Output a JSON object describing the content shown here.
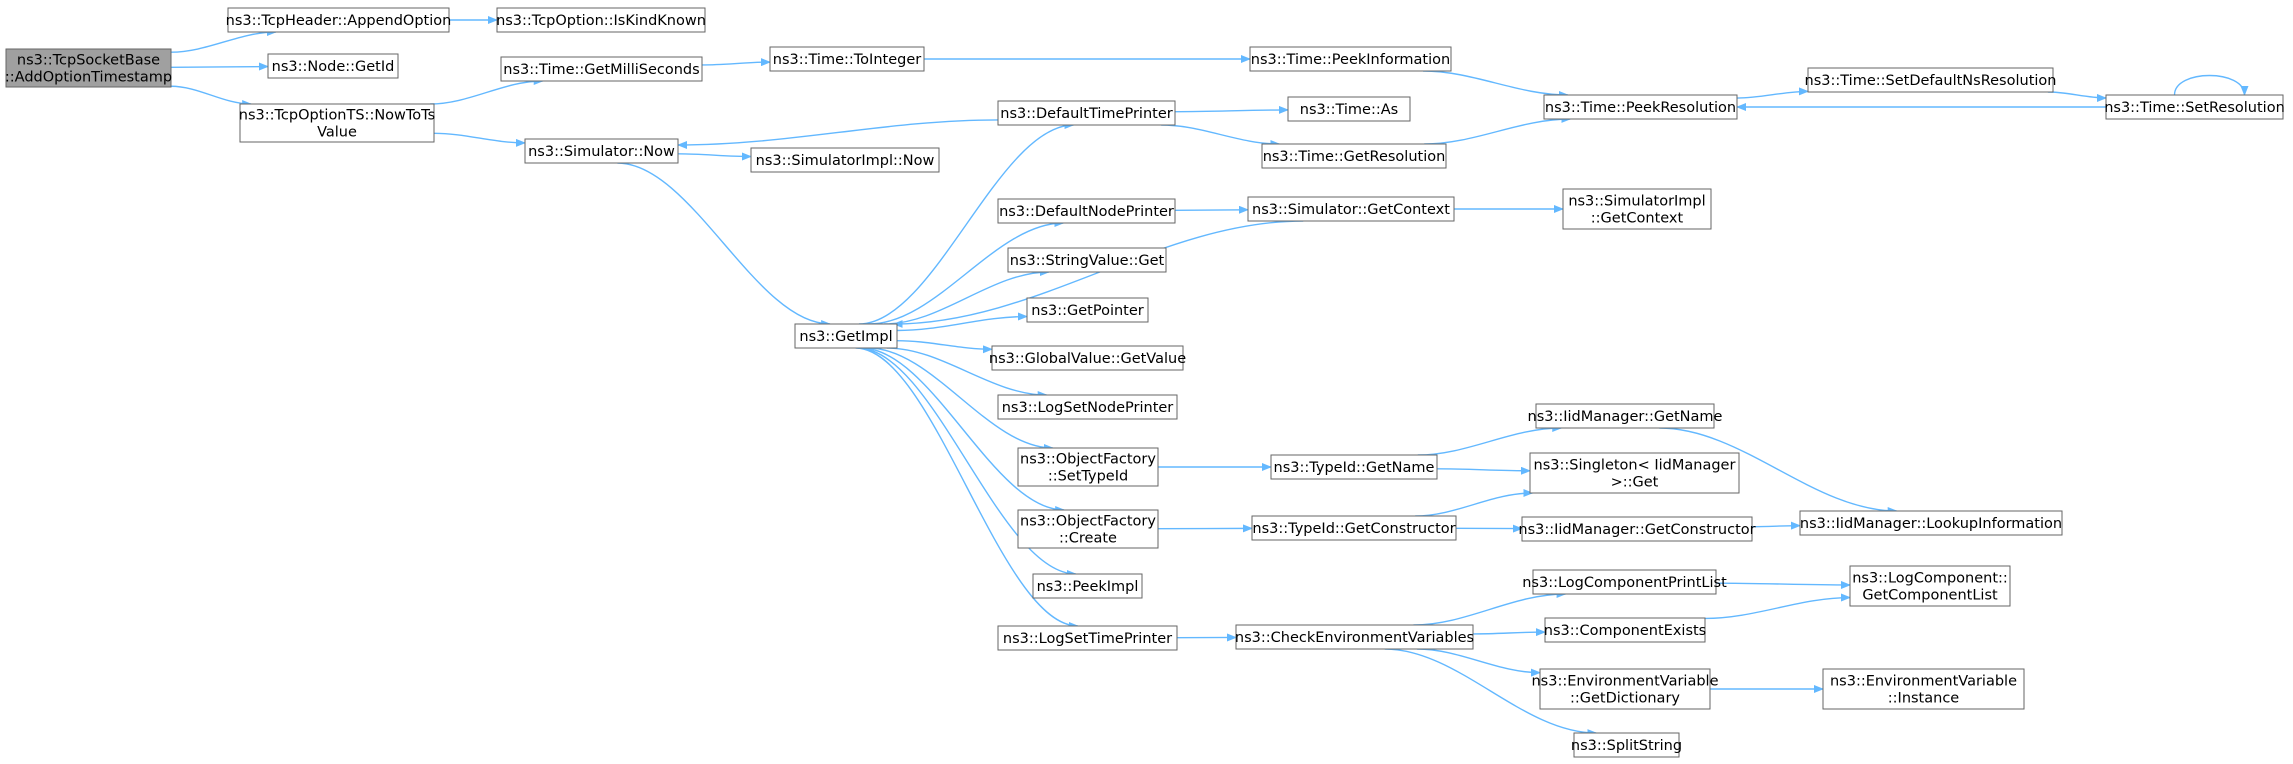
{
  "colors": {
    "edge": "#63b8ff",
    "node_border": "#666666",
    "root_fill": "#a0a0a0",
    "node_fill": "#ffffff"
  },
  "nodes": [
    {
      "id": "root",
      "lines": [
        "ns3::TcpSocketBase",
        "::AddOptionTimestamp"
      ],
      "root": true
    },
    {
      "id": "appendOption",
      "lines": [
        "ns3::TcpHeader::AppendOption"
      ]
    },
    {
      "id": "isKindKnown",
      "lines": [
        "ns3::TcpOption::IsKindKnown"
      ]
    },
    {
      "id": "nodeGetId",
      "lines": [
        "ns3::Node::GetId"
      ]
    },
    {
      "id": "nowToTs",
      "lines": [
        "ns3::TcpOptionTS::NowToTs",
        "Value"
      ]
    },
    {
      "id": "getMilli",
      "lines": [
        "ns3::Time::GetMilliSeconds"
      ]
    },
    {
      "id": "toInteger",
      "lines": [
        "ns3::Time::ToInteger"
      ]
    },
    {
      "id": "peekInfo",
      "lines": [
        "ns3::Time::PeekInformation"
      ]
    },
    {
      "id": "peekRes",
      "lines": [
        "ns3::Time::PeekResolution"
      ]
    },
    {
      "id": "setDefNs",
      "lines": [
        "ns3::Time::SetDefaultNsResolution"
      ]
    },
    {
      "id": "setRes",
      "lines": [
        "ns3::Time::SetResolution"
      ]
    },
    {
      "id": "simNow",
      "lines": [
        "ns3::Simulator::Now"
      ]
    },
    {
      "id": "simImplNow",
      "lines": [
        "ns3::SimulatorImpl::Now"
      ]
    },
    {
      "id": "defTimePrinter",
      "lines": [
        "ns3::DefaultTimePrinter"
      ]
    },
    {
      "id": "timeAs",
      "lines": [
        "ns3::Time::As"
      ]
    },
    {
      "id": "getResolution",
      "lines": [
        "ns3::Time::GetResolution"
      ]
    },
    {
      "id": "defNodePrinter",
      "lines": [
        "ns3::DefaultNodePrinter"
      ]
    },
    {
      "id": "simGetContext",
      "lines": [
        "ns3::Simulator::GetContext"
      ]
    },
    {
      "id": "simImplGetContext",
      "lines": [
        "ns3::SimulatorImpl",
        "::GetContext"
      ]
    },
    {
      "id": "stringGet",
      "lines": [
        "ns3::StringValue::Get"
      ]
    },
    {
      "id": "getImpl",
      "lines": [
        "ns3::GetImpl"
      ]
    },
    {
      "id": "getPointer",
      "lines": [
        "ns3::GetPointer"
      ]
    },
    {
      "id": "globalGetValue",
      "lines": [
        "ns3::GlobalValue::GetValue"
      ]
    },
    {
      "id": "logSetNodePrinter",
      "lines": [
        "ns3::LogSetNodePrinter"
      ]
    },
    {
      "id": "iidGetName",
      "lines": [
        "ns3::IidManager::GetName"
      ]
    },
    {
      "id": "ofSetTypeId",
      "lines": [
        "ns3::ObjectFactory",
        "::SetTypeId"
      ]
    },
    {
      "id": "typeIdGetName",
      "lines": [
        "ns3::TypeId::GetName"
      ]
    },
    {
      "id": "singletonGet",
      "lines": [
        "ns3::Singleton< IidManager",
        " >::Get"
      ]
    },
    {
      "id": "ofCreate",
      "lines": [
        "ns3::ObjectFactory",
        "::Create"
      ]
    },
    {
      "id": "typeIdGetCtor",
      "lines": [
        "ns3::TypeId::GetConstructor"
      ]
    },
    {
      "id": "iidGetCtor",
      "lines": [
        "ns3::IidManager::GetConstructor"
      ]
    },
    {
      "id": "iidLookup",
      "lines": [
        "ns3::IidManager::LookupInformation"
      ]
    },
    {
      "id": "peekImpl",
      "lines": [
        "ns3::PeekImpl"
      ]
    },
    {
      "id": "logCompPrintList",
      "lines": [
        "ns3::LogComponentPrintList"
      ]
    },
    {
      "id": "logCompGetList",
      "lines": [
        "ns3::LogComponent::",
        "GetComponentList"
      ]
    },
    {
      "id": "logSetTimePrinter",
      "lines": [
        "ns3::LogSetTimePrinter"
      ]
    },
    {
      "id": "checkEnv",
      "lines": [
        "ns3::CheckEnvironmentVariables"
      ]
    },
    {
      "id": "compExists",
      "lines": [
        "ns3::ComponentExists"
      ]
    },
    {
      "id": "envGetDict",
      "lines": [
        "ns3::EnvironmentVariable",
        "::GetDictionary"
      ]
    },
    {
      "id": "envInstance",
      "lines": [
        "ns3::EnvironmentVariable",
        "::Instance"
      ]
    },
    {
      "id": "splitString",
      "lines": [
        "ns3::SplitString"
      ]
    }
  ],
  "edges": [
    [
      "root",
      "appendOption"
    ],
    [
      "root",
      "nodeGetId"
    ],
    [
      "root",
      "nowToTs"
    ],
    [
      "appendOption",
      "isKindKnown"
    ],
    [
      "nowToTs",
      "getMilli"
    ],
    [
      "nowToTs",
      "simNow"
    ],
    [
      "getMilli",
      "toInteger"
    ],
    [
      "toInteger",
      "peekInfo"
    ],
    [
      "peekInfo",
      "peekRes"
    ],
    [
      "peekRes",
      "setDefNs"
    ],
    [
      "setDefNs",
      "setRes"
    ],
    [
      "setRes",
      "peekRes"
    ],
    [
      "setRes",
      "setRes"
    ],
    [
      "simNow",
      "simImplNow"
    ],
    [
      "simNow",
      "getImpl"
    ],
    [
      "defTimePrinter",
      "simNow"
    ],
    [
      "defTimePrinter",
      "timeAs"
    ],
    [
      "defTimePrinter",
      "getResolution"
    ],
    [
      "getResolution",
      "peekRes"
    ],
    [
      "defNodePrinter",
      "simGetContext"
    ],
    [
      "simGetContext",
      "simImplGetContext"
    ],
    [
      "simGetContext",
      "getImpl"
    ],
    [
      "getImpl",
      "defTimePrinter"
    ],
    [
      "getImpl",
      "defNodePrinter"
    ],
    [
      "getImpl",
      "stringGet"
    ],
    [
      "getImpl",
      "getPointer"
    ],
    [
      "getImpl",
      "globalGetValue"
    ],
    [
      "getImpl",
      "logSetNodePrinter"
    ],
    [
      "getImpl",
      "ofSetTypeId"
    ],
    [
      "getImpl",
      "ofCreate"
    ],
    [
      "getImpl",
      "peekImpl"
    ],
    [
      "getImpl",
      "logSetTimePrinter"
    ],
    [
      "ofSetTypeId",
      "typeIdGetName"
    ],
    [
      "typeIdGetName",
      "iidGetName"
    ],
    [
      "typeIdGetName",
      "singletonGet"
    ],
    [
      "iidGetName",
      "iidLookup"
    ],
    [
      "ofCreate",
      "typeIdGetCtor"
    ],
    [
      "typeIdGetCtor",
      "singletonGet"
    ],
    [
      "typeIdGetCtor",
      "iidGetCtor"
    ],
    [
      "iidGetCtor",
      "iidLookup"
    ],
    [
      "logSetTimePrinter",
      "checkEnv"
    ],
    [
      "checkEnv",
      "logCompPrintList"
    ],
    [
      "checkEnv",
      "compExists"
    ],
    [
      "checkEnv",
      "envGetDict"
    ],
    [
      "checkEnv",
      "splitString"
    ],
    [
      "logCompPrintList",
      "logCompGetList"
    ],
    [
      "compExists",
      "logCompGetList"
    ],
    [
      "envGetDict",
      "envInstance"
    ]
  ]
}
